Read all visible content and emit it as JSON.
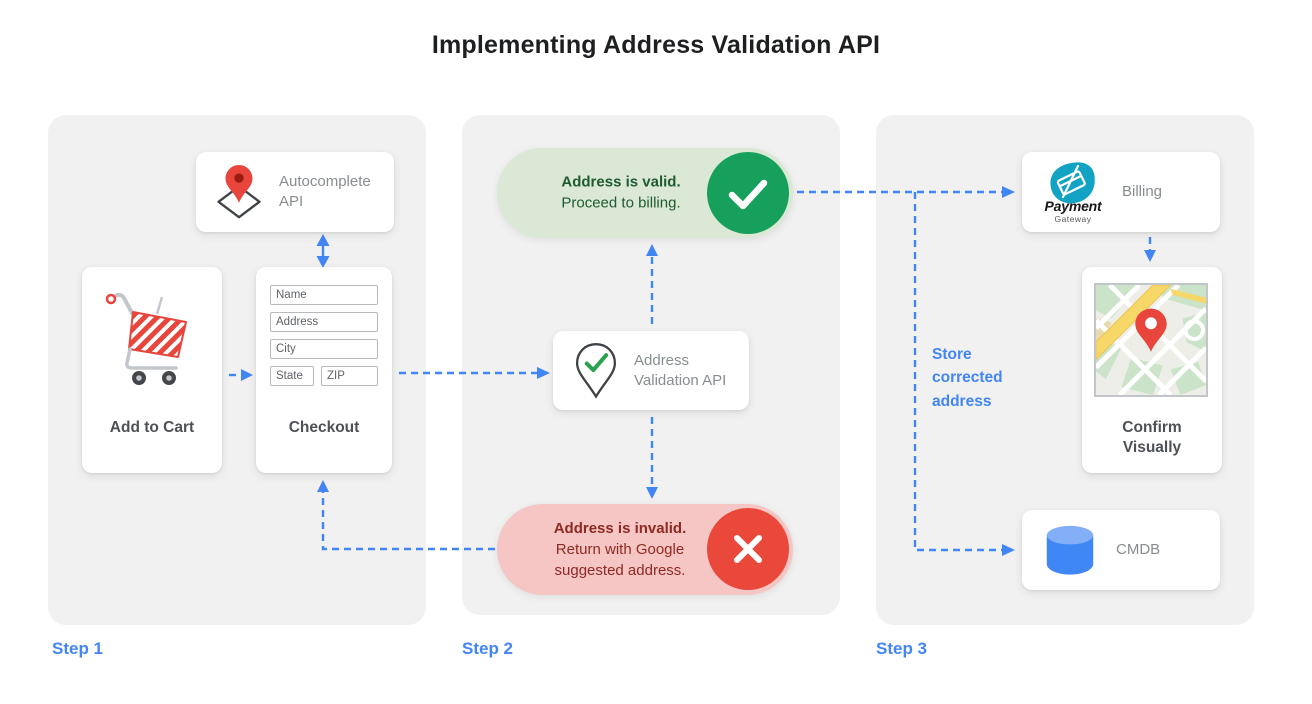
{
  "title": "Implementing Address Validation API",
  "colors": {
    "accent-blue": "#4285f4",
    "panel-bg": "#f1f1f1",
    "card-text": "#878d91",
    "title-text": "#1d1f21",
    "valid-green": "#16a05b",
    "valid-green-bg": "#dbe8d5",
    "valid-green-text": "#1e5b30",
    "invalid-red": "#e9483a",
    "invalid-red-bg": "#f5c6c4",
    "invalid-red-text": "#8e2a23"
  },
  "steps": [
    {
      "label": "Step 1"
    },
    {
      "label": "Step 2"
    },
    {
      "label": "Step 3"
    }
  ],
  "step1": {
    "autocomplete_api": {
      "label": "Autocomplete API",
      "icon": "map-pin-diamond-icon"
    },
    "add_to_cart": {
      "label": "Add to Cart",
      "icon": "shopping-cart-icon"
    },
    "checkout": {
      "label": "Checkout",
      "fields": [
        "Name",
        "Address",
        "City",
        "State",
        "ZIP"
      ]
    }
  },
  "step2": {
    "valid_pill": {
      "headline": "Address is valid.",
      "body": "Proceed to billing.",
      "icon": "checkmark-icon"
    },
    "validation_api": {
      "label": "Address Validation API",
      "icon": "pin-check-icon"
    },
    "invalid_pill": {
      "headline": "Address is invalid.",
      "body": "Return with Google suggested address.",
      "icon": "x-icon"
    }
  },
  "step3": {
    "billing": {
      "label": "Billing",
      "logo_title": "Payment",
      "logo_subtitle": "Gateway",
      "icon": "payment-gateway-logo"
    },
    "confirm_visually": {
      "label": "Confirm Visually",
      "icon": "map-thumbnail"
    },
    "cmdb": {
      "label": "CMDB",
      "icon": "database-cylinder-icon"
    },
    "store_note": "Store corrected address"
  }
}
